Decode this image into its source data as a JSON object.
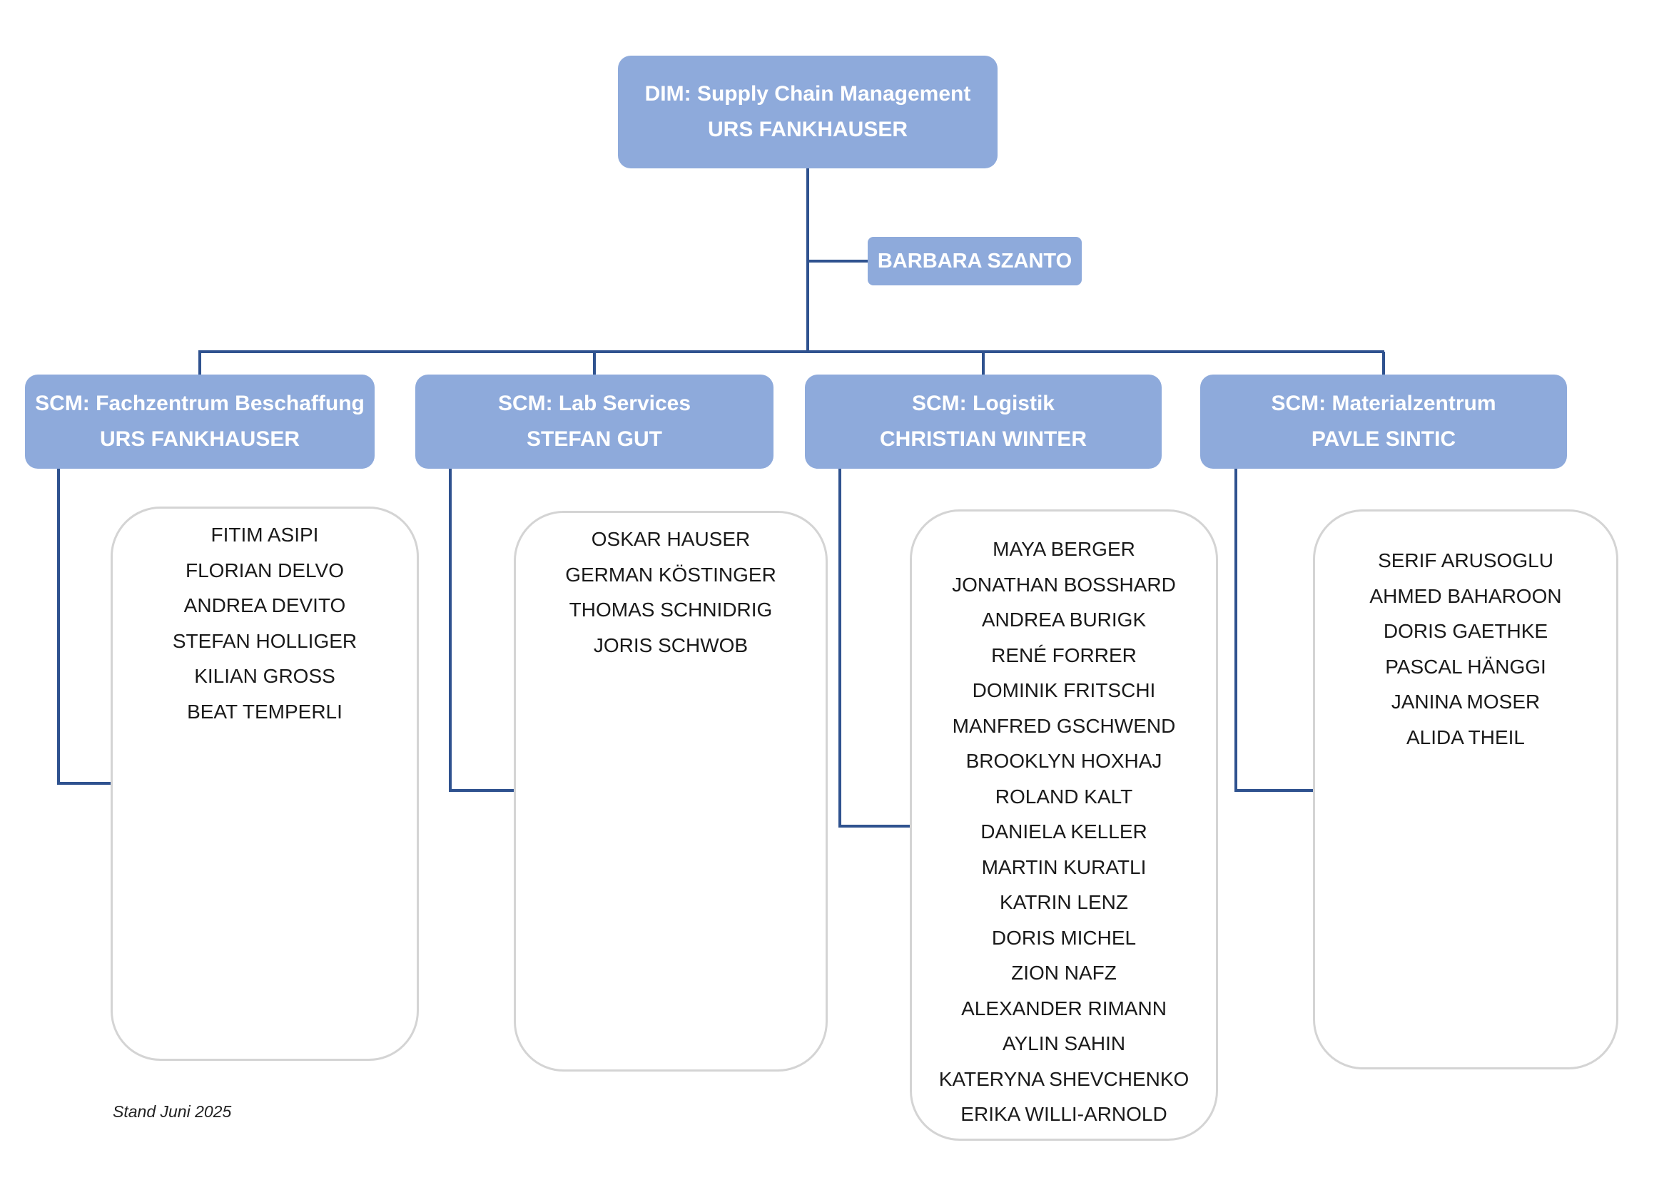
{
  "top": {
    "title": "DIM: Supply Chain Management",
    "head": "URS FANKHAUSER"
  },
  "assistant": {
    "name": "BARBARA SZANTO"
  },
  "departments": [
    {
      "title": "SCM: Fachzentrum Beschaffung",
      "head": "URS FANKHAUSER",
      "members": [
        "FITIM ASIPI",
        "FLORIAN DELVO",
        "ANDREA DEVITO",
        "STEFAN HOLLIGER",
        "KILIAN GROSS",
        "BEAT TEMPERLI"
      ]
    },
    {
      "title": "SCM: Lab Services",
      "head": "STEFAN GUT",
      "members": [
        "OSKAR HAUSER",
        "GERMAN KÖSTINGER",
        "THOMAS SCHNIDRIG",
        "JORIS SCHWOB"
      ]
    },
    {
      "title": "SCM: Logistik",
      "head": "CHRISTIAN WINTER",
      "members": [
        "MAYA BERGER",
        "JONATHAN BOSSHARD",
        "ANDREA BURIGK",
        "RENÉ FORRER",
        "DOMINIK FRITSCHI",
        "MANFRED GSCHWEND",
        "BROOKLYN HOXHAJ",
        "ROLAND KALT",
        "DANIELA KELLER",
        "MARTIN KURATLI",
        "KATRIN LENZ",
        "DORIS MICHEL",
        "ZION NAFZ",
        "ALEXANDER RIMANN",
        "AYLIN SAHIN",
        "KATERYNA SHEVCHENKO",
        "ERIKA WILLI-ARNOLD"
      ]
    },
    {
      "title": "SCM: Materialzentrum",
      "head": "PAVLE SINTIC",
      "members": [
        "SERIF ARUSOGLU",
        "AHMED BAHAROON",
        "DORIS GAETHKE",
        "PASCAL HÄNGGI",
        "JANINA MOSER",
        "ALIDA THEIL"
      ]
    }
  ],
  "footer": "Stand Juni 2025",
  "colors": {
    "box_fill": "#8eaadb",
    "connector": "#2f528f",
    "member_border": "#d4d4d4"
  }
}
